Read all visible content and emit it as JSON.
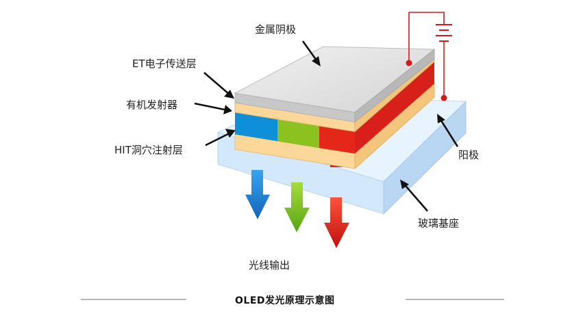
{
  "labels": {
    "cathode": "金属阴极",
    "etl": "ET电子传送层",
    "emitter": "有机发射器",
    "htl": "HIT洞穴注射层",
    "anode": "阳极",
    "glass": "玻璃基座",
    "light_output": "光线输出"
  },
  "caption": "OLED发光原理示意图",
  "colors": {
    "cathode_top": "#e4e4e4",
    "cathode_side": "#c8c8c8",
    "organic_layer": "#fcd79a",
    "emitter_blue": "#0f8fd8",
    "emitter_green": "#8cc21f",
    "emitter_red": "#e5271a",
    "glass": "#dbeeff",
    "wire": "#d01c1c",
    "arrow_blue": "#1a7cd2",
    "arrow_green": "#7cc520",
    "arrow_red": "#e11f1a"
  }
}
